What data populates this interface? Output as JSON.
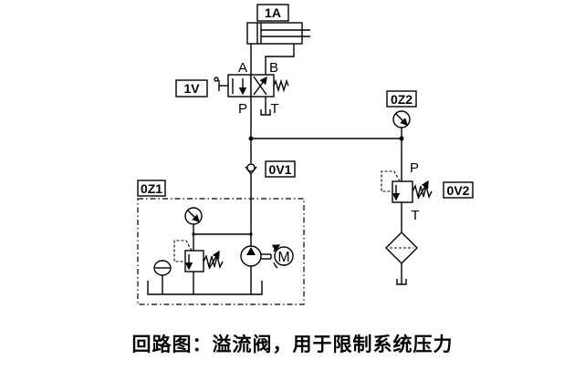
{
  "diagram": {
    "title": "Hydraulic circuit: pressure relief valve",
    "tags": {
      "cylinder": "1A",
      "directional_valve": "1V",
      "check_valve": "0V1",
      "power_unit": "0Z1",
      "gauge": "0Z2",
      "relief_valve": "0V2"
    },
    "port_labels": {
      "valve_A": "A",
      "valve_B": "B",
      "valve_P": "P",
      "valve_T": "T",
      "relief_P": "P",
      "relief_T": "T"
    },
    "motor_letter": "M",
    "caption": "回路图：溢流阀，用于限制系统压力"
  }
}
